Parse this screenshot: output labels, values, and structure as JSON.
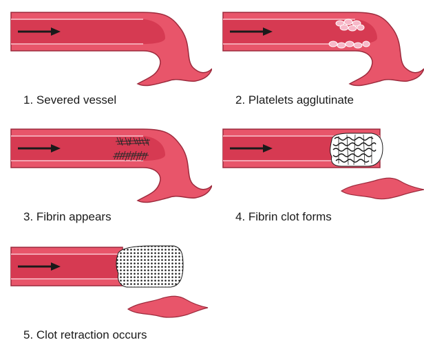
{
  "colors": {
    "vessel_wall": "#e8556a",
    "vessel_lumen": "#d63a52",
    "vessel_edge": "#9c2a3c",
    "arrow": "#1a1a1a",
    "platelet": "#f7b8c8"
  },
  "steps": [
    {
      "number": 1,
      "caption": "1. Severed vessel"
    },
    {
      "number": 2,
      "caption": "2. Platelets agglutinate"
    },
    {
      "number": 3,
      "caption": "3. Fibrin appears"
    },
    {
      "number": 4,
      "caption": "4. Fibrin clot forms"
    },
    {
      "number": 5,
      "caption": "5. Clot retraction occurs"
    }
  ]
}
